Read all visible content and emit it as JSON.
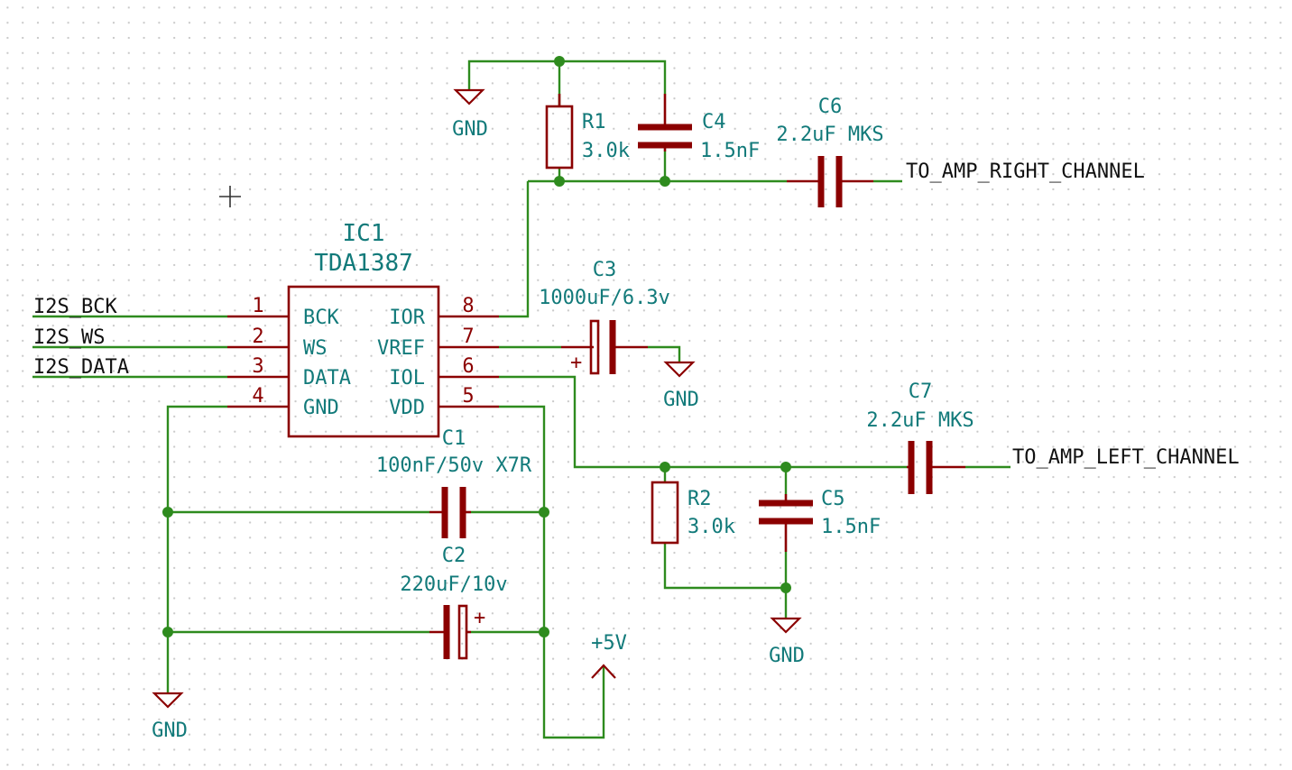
{
  "ic": {
    "ref": "IC1",
    "value": "TDA1387",
    "pins": {
      "p1": {
        "num": "1",
        "name": "BCK"
      },
      "p2": {
        "num": "2",
        "name": "WS"
      },
      "p3": {
        "num": "3",
        "name": "DATA"
      },
      "p4": {
        "num": "4",
        "name": "GND"
      },
      "p5": {
        "num": "5",
        "name": "VDD"
      },
      "p6": {
        "num": "6",
        "name": "IOL"
      },
      "p7": {
        "num": "7",
        "name": "VREF"
      },
      "p8": {
        "num": "8",
        "name": "IOR"
      }
    }
  },
  "components": {
    "r1": {
      "ref": "R1",
      "value": "3.0k"
    },
    "r2": {
      "ref": "R2",
      "value": "3.0k"
    },
    "c1": {
      "ref": "C1",
      "value": "100nF/50v X7R"
    },
    "c2": {
      "ref": "C2",
      "value": "220uF/10v"
    },
    "c3": {
      "ref": "C3",
      "value": "1000uF/6.3v"
    },
    "c4": {
      "ref": "C4",
      "value": "1.5nF"
    },
    "c5": {
      "ref": "C5",
      "value": "1.5nF"
    },
    "c6": {
      "ref": "C6",
      "value": "2.2uF MKS"
    },
    "c7": {
      "ref": "C7",
      "value": "2.2uF MKS"
    }
  },
  "nets": {
    "i2s_bck": "I2S_BCK",
    "i2s_ws": "I2S_WS",
    "i2s_data": "I2S_DATA",
    "right_out": "TO_AMP_RIGHT_CHANNEL",
    "left_out": "TO_AMP_LEFT_CHANNEL"
  },
  "power": {
    "gnd": "GND",
    "vcc": "+5V",
    "polarity_plus": "+"
  },
  "colors": {
    "wire": "#2e8b1e",
    "component": "#8b0000",
    "label": "#127a7a",
    "net_label": "#111111"
  }
}
